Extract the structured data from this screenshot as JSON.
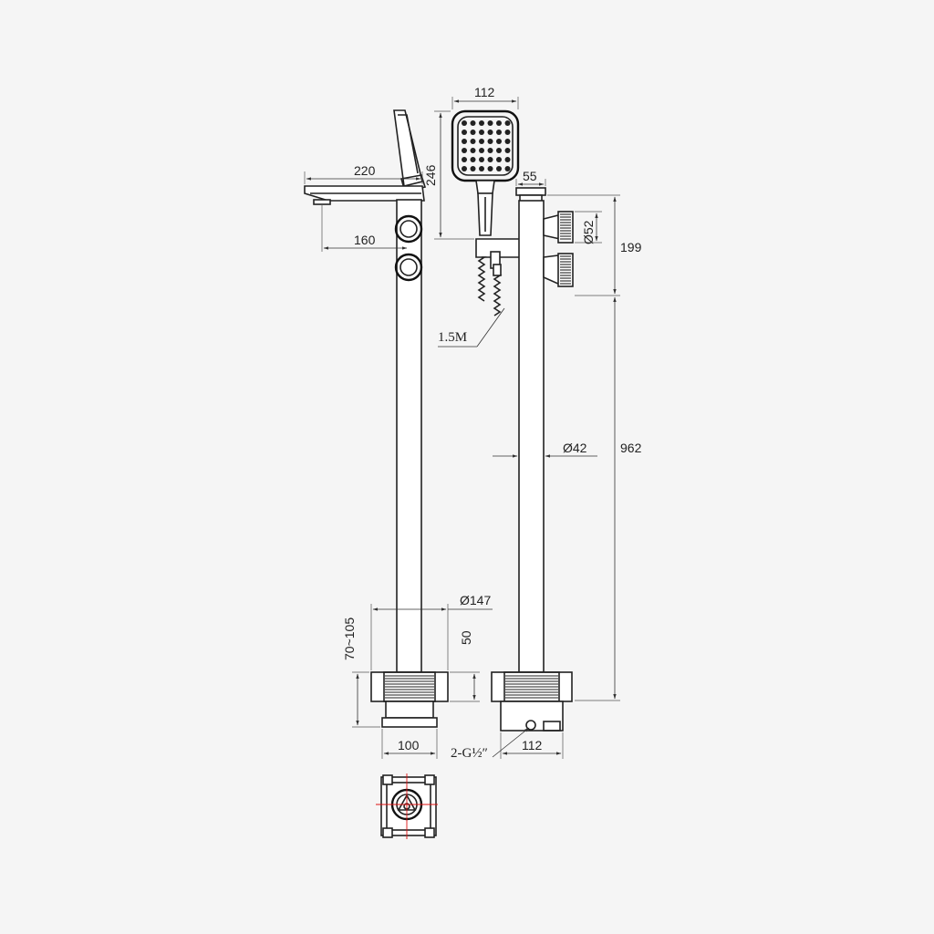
{
  "dimensions": {
    "spout_length": "220",
    "spout_offset": "160",
    "handshower_width": "112",
    "handshower_height": "246",
    "holder_width": "55",
    "knob_diameter": "Ø52",
    "upper_height": "199",
    "hose_length": "1.5M",
    "column_diameter": "Ø42",
    "total_height": "962",
    "base_diameter": "Ø147",
    "floor_range": "70~105",
    "base_height": "50",
    "box_width_left": "100",
    "inlet_thread": "2-G½″",
    "box_width_right": "112"
  }
}
